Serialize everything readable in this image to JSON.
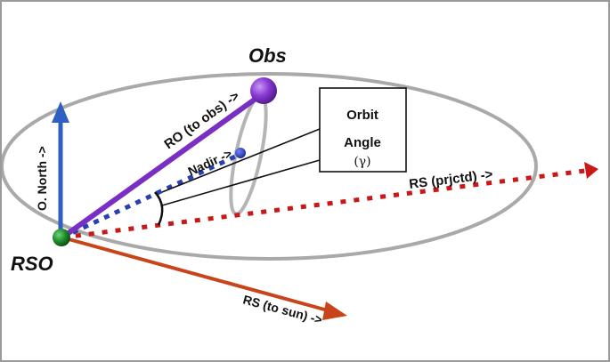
{
  "labels": {
    "obs": "Obs",
    "rso": "RSO",
    "ro": "RO (to obs) ->",
    "nadir": "Nadir ->",
    "north": "O. North ->",
    "rs_projected": "RS (prjctd) ->",
    "rs_sun": "RS (to sun) ->"
  },
  "callout": {
    "line1": "Orbit",
    "line2": "Angle",
    "line3": "(γ)"
  },
  "colors": {
    "orbit": "#a9a9a9",
    "ro_vector": "#7a2fc4",
    "obs_sphere": "#8a3ad6",
    "nadir": "#2a3fb0",
    "north": "#2f5fc0",
    "rs_projected": "#c81818",
    "rs_sun": "#c8441a",
    "rso_sphere": "#1e8a2c",
    "small_orbit": "#b5b5b5"
  },
  "icons": {
    "rso": "rso-sphere-icon",
    "obs": "observer-sphere-icon"
  }
}
